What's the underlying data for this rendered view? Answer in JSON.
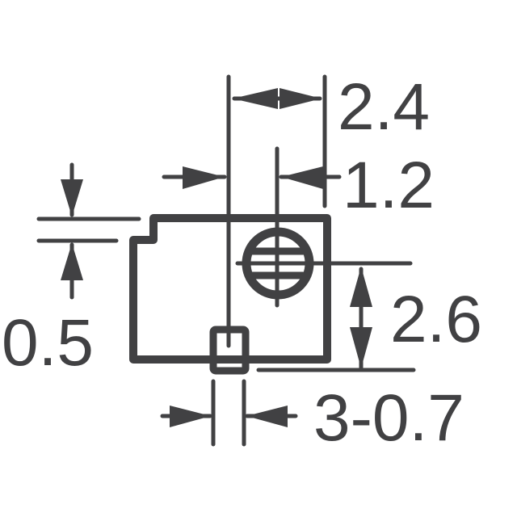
{
  "diagram": {
    "type": "mechanical-dimension-drawing",
    "subject": "component package outline (top view)",
    "colors": {
      "line": "#414143",
      "background": "#ffffff"
    },
    "dimensions": {
      "lead_pitch_outer": {
        "label": "2.4"
      },
      "lead_to_center": {
        "label": "1.2"
      },
      "step_height": {
        "label": "0.5"
      },
      "center_to_edge": {
        "label": "2.6"
      },
      "lead_width": {
        "label": "3-0.7"
      }
    },
    "elements": [
      "body-outline",
      "adjustment-circle",
      "terminal-pad",
      "extension-lines",
      "dimension-arrows"
    ]
  }
}
